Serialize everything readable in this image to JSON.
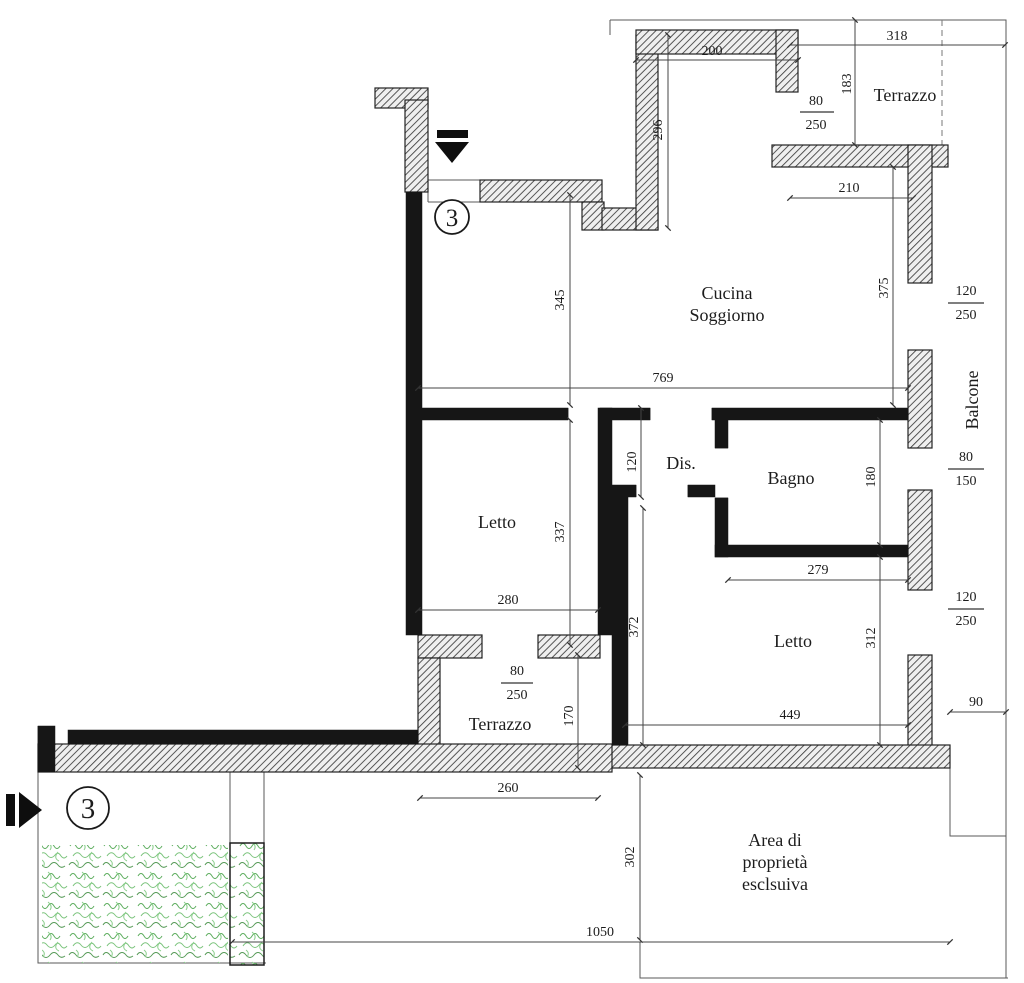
{
  "unit": {
    "number": "3"
  },
  "rooms": {
    "terrazzo_top": "Terrazzo",
    "cucina_1": "Cucina",
    "cucina_2": "Soggiorno",
    "balcone": "Balcone",
    "dis": "Dis.",
    "bagno": "Bagno",
    "letto_1": "Letto",
    "letto_2": "Letto",
    "terrazzo_bottom": "Terrazzo",
    "area_1": "Area di",
    "area_2": "proprietà",
    "area_3": "esclsuiva"
  },
  "dims": {
    "top_wall": "200",
    "terrace_top": "318",
    "terrace_h": "183",
    "terrace_open_w": "80",
    "terrace_open_h": "250",
    "terrace_inner": "210",
    "wall_296": "296",
    "interior_width": "769",
    "kitchen_h_left": "345",
    "kitchen_h_right": "375",
    "win_up_w": "120",
    "win_up_h": "250",
    "dis_depth": "120",
    "bagno_h": "180",
    "door_balc_w": "80",
    "door_balc_h": "150",
    "bagno_w": "279",
    "letto1_w": "280",
    "letto1_h": "337",
    "wall_372": "372",
    "letto2_h": "312",
    "win_low_w": "120",
    "win_low_h": "250",
    "letto2_w": "449",
    "balc_end": "90",
    "terr2_door_w": "80",
    "terr2_door_h": "250",
    "terr2_h": "170",
    "terr2_w": "260",
    "garden_h": "302",
    "garden_w": "1050"
  }
}
